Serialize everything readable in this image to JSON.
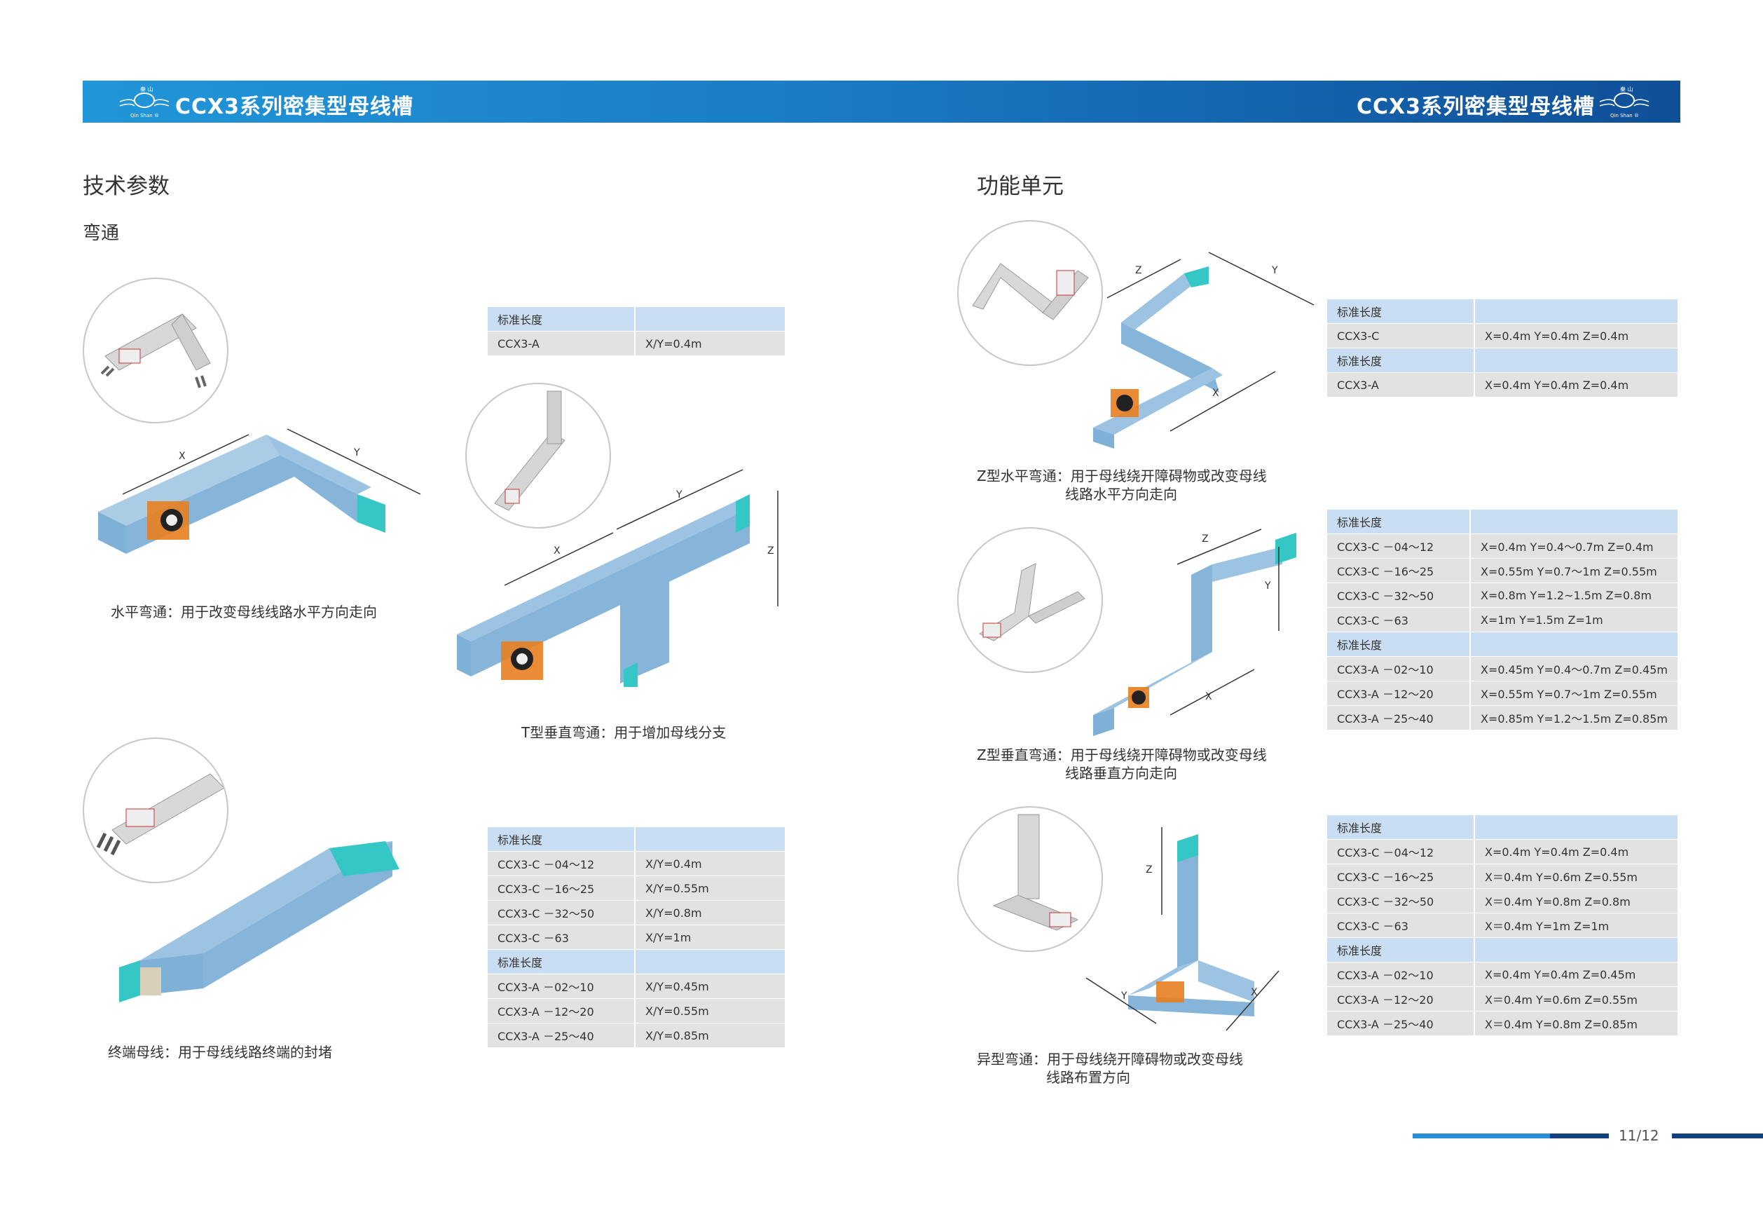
{
  "header": {
    "title_left": "CCX3系列密集型母线槽",
    "title_right": "CCX3系列密集型母线槽",
    "logo_text_top": "秦 山",
    "logo_text_bottom": "Qin Shan ®"
  },
  "left": {
    "section_title": "技术参数",
    "sub_title": "弯通",
    "caption_horizontal": "水平弯通：用于改变母线线路水平方向走向",
    "caption_t": "T型垂直弯通：用于增加母线分支",
    "caption_end": "终端母线：用于母线线路终端的封堵",
    "table1": {
      "rows": [
        {
          "type": "hdr",
          "c1": "标准长度",
          "c2": ""
        },
        {
          "type": "row",
          "c1": "CCX3-A",
          "c2": "X/Y=0.4m"
        }
      ]
    },
    "table2": {
      "rows": [
        {
          "type": "hdr",
          "c1": "标准长度",
          "c2": ""
        },
        {
          "type": "row",
          "c1": "CCX3-C －04～12",
          "c2": "X/Y=0.4m"
        },
        {
          "type": "row",
          "c1": "CCX3-C －16～25",
          "c2": "X/Y=0.55m"
        },
        {
          "type": "row",
          "c1": "CCX3-C －32～50",
          "c2": "X/Y=0.8m"
        },
        {
          "type": "row",
          "c1": "CCX3-C －63",
          "c2": "X/Y=1m"
        },
        {
          "type": "hdr",
          "c1": "标准长度",
          "c2": ""
        },
        {
          "type": "row",
          "c1": "CCX3-A －02～10",
          "c2": "X/Y=0.45m"
        },
        {
          "type": "row",
          "c1": "CCX3-A －12～20",
          "c2": "X/Y=0.55m"
        },
        {
          "type": "row",
          "c1": "CCX3-A －25～40",
          "c2": "X/Y=0.85m"
        }
      ]
    },
    "dim_labels": {
      "x": "X",
      "y": "Y",
      "z": "Z"
    }
  },
  "right": {
    "section_title": "功能单元",
    "caption_z_horizontal_1": "Z型水平弯通：用于母线绕开障碍物或改变母线",
    "caption_z_horizontal_2": "线路水平方向走向",
    "caption_z_vertical_1": "Z型垂直弯通：用于母线绕开障碍物或改变母线",
    "caption_z_vertical_2": "线路垂直方向走向",
    "caption_special_1": "异型弯通：用于母线绕开障碍物或改变母线",
    "caption_special_2": "线路布置方向",
    "table3": {
      "rows": [
        {
          "type": "hdr",
          "c1": "标准长度",
          "c2": ""
        },
        {
          "type": "row",
          "c1": "CCX3-C",
          "c2": "X=0.4m Y=0.4m Z=0.4m"
        },
        {
          "type": "hdr",
          "c1": "标准长度",
          "c2": ""
        },
        {
          "type": "row",
          "c1": "CCX3-A",
          "c2": "X=0.4m Y=0.4m Z=0.4m"
        }
      ]
    },
    "table4": {
      "rows": [
        {
          "type": "hdr",
          "c1": "标准长度",
          "c2": ""
        },
        {
          "type": "row",
          "c1": "CCX3-C －04～12",
          "c2": "X=0.4m Y=0.4～0.7m Z=0.4m"
        },
        {
          "type": "row",
          "c1": "CCX3-C －16～25",
          "c2": "X=0.55m Y=0.7～1m Z=0.55m"
        },
        {
          "type": "row",
          "c1": "CCX3-C －32～50",
          "c2": "X=0.8m Y=1.2~1.5m Z=0.8m"
        },
        {
          "type": "row",
          "c1": "CCX3-C －63",
          "c2": "X=1m Y=1.5m Z=1m"
        },
        {
          "type": "hdr",
          "c1": "标准长度",
          "c2": ""
        },
        {
          "type": "row",
          "c1": "CCX3-A －02～10",
          "c2": "X=0.45m Y=0.4～0.7m Z=0.45m"
        },
        {
          "type": "row",
          "c1": "CCX3-A －12～20",
          "c2": "X=0.55m Y=0.7～1m Z=0.55m"
        },
        {
          "type": "row",
          "c1": "CCX3-A －25～40",
          "c2": "X=0.85m Y=1.2～1.5m Z=0.85m"
        }
      ]
    },
    "table5": {
      "rows": [
        {
          "type": "hdr",
          "c1": "标准长度",
          "c2": ""
        },
        {
          "type": "row",
          "c1": "CCX3-C －04～12",
          "c2": "X=0.4m Y=0.4m Z=0.4m"
        },
        {
          "type": "row",
          "c1": "CCX3-C －16～25",
          "c2": "X＝0.4m Y=0.6m Z=0.55m"
        },
        {
          "type": "row",
          "c1": "CCX3-C －32～50",
          "c2": "X＝0.4m Y=0.8m Z=0.8m"
        },
        {
          "type": "row",
          "c1": "CCX3-C －63",
          "c2": "X＝0.4m Y=1m Z=1m"
        },
        {
          "type": "hdr",
          "c1": "标准长度",
          "c2": ""
        },
        {
          "type": "row",
          "c1": "CCX3-A －02～10",
          "c2": "X=0.4m Y=0.4m Z=0.45m"
        },
        {
          "type": "row",
          "c1": "CCX3-A －12～20",
          "c2": "X＝0.4m Y=0.6m Z=0.55m"
        },
        {
          "type": "row",
          "c1": "CCX3-A －25～40",
          "c2": "X＝0.4m Y=0.8m Z=0.85m"
        }
      ]
    }
  },
  "footer": {
    "page": "11/12"
  },
  "colors": {
    "banner_start": "#2196d8",
    "banner_end": "#0f4f98",
    "table_header": "#c9ddf3",
    "table_row": "#e2e2e2",
    "busbar": "#7fb0d6",
    "busbar_end": "#35c6c6",
    "accent_orange": "#e8801f"
  }
}
